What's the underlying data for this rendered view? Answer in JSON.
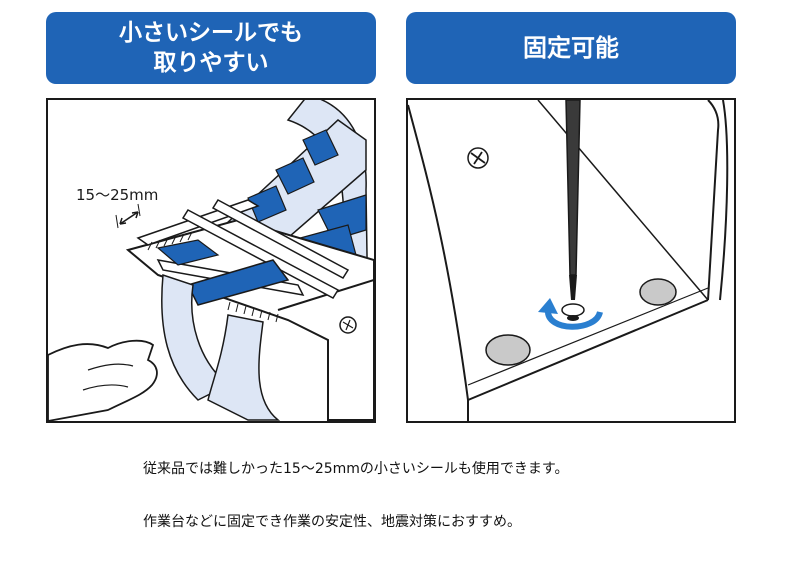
{
  "headers": {
    "left_line1": "小さいシールでも",
    "left_line2": "取りやすい",
    "right": "固定可能"
  },
  "illustration_left": {
    "dimension_label": "15〜25mm"
  },
  "captions": {
    "line1": "従来品では難しかった15〜25mmの小さいシールも使用できます。",
    "line2": "作業台などに固定でき作業の安定性、地震対策におすすめ。"
  },
  "colors": {
    "header_blue": "#1f64b6",
    "label_blue": "#1f64b6",
    "tape_light": "#dde6f5",
    "foot_gray": "#c9c9c9",
    "arrow_blue": "#2a7fd0"
  }
}
